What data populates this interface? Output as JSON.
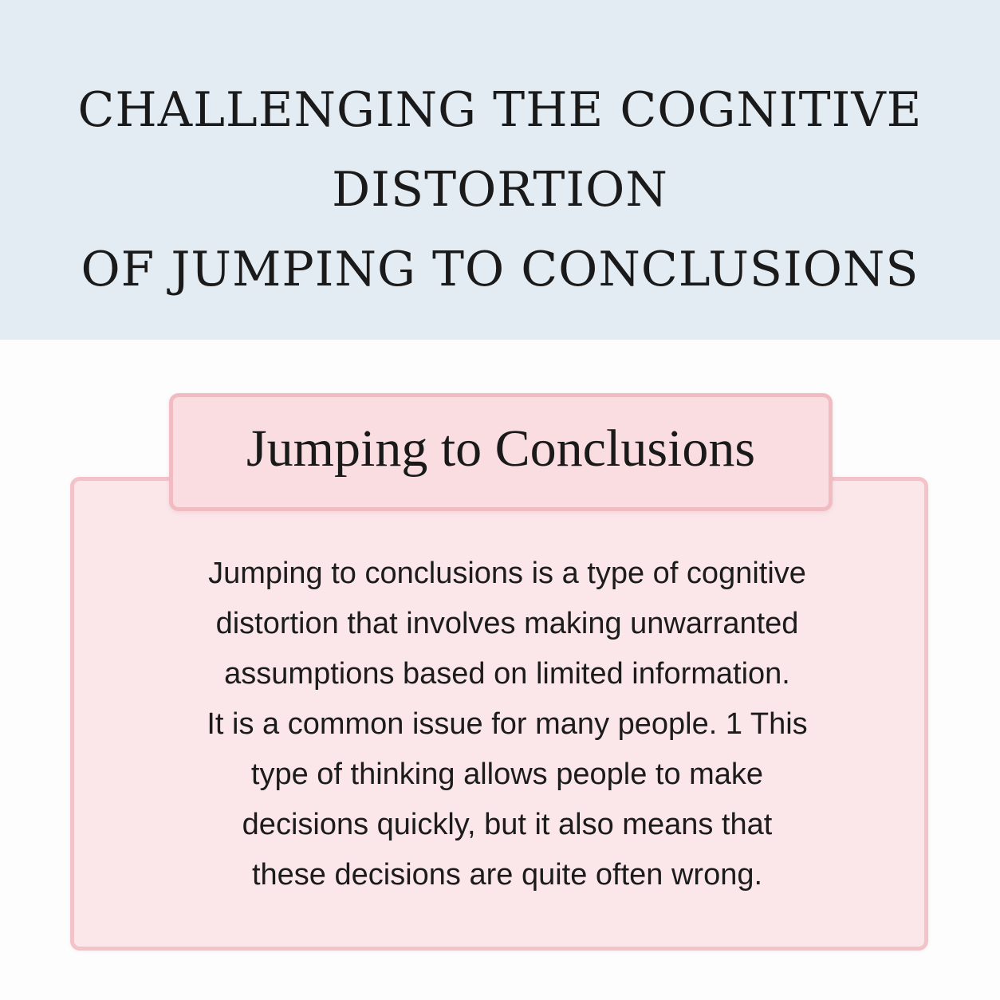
{
  "header": {
    "title_lines": [
      "CHALLENGING THE COGNITIVE",
      "DISTORTION",
      "OF JUMPING TO CONCLUSIONS"
    ]
  },
  "card": {
    "tab_label": "Jumping to Conclusions",
    "body_lines": [
      "Jumping to conclusions is a type of cognitive",
      "distortion that involves making unwarranted",
      "assumptions based on limited information.",
      "It is a common issue for many people. 1 This",
      "type of thinking allows people to make",
      "decisions quickly, but it also means that",
      "these decisions are quite often wrong."
    ]
  },
  "colors": {
    "header_background": "#e4ecf3",
    "card_background": "#fbe7ea",
    "card_border": "#f2c4c9",
    "tab_background": "#f9dde1",
    "text": "#1a1a1a"
  }
}
